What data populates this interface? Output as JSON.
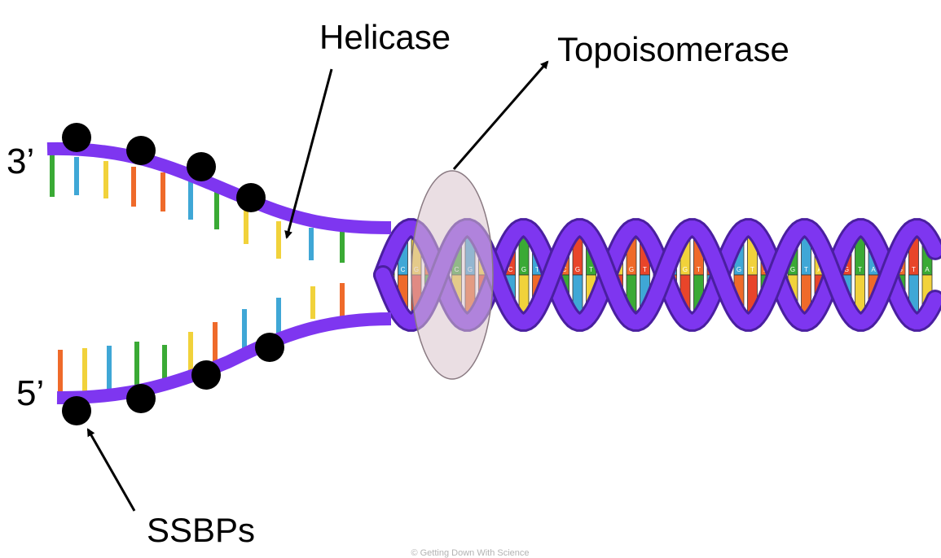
{
  "labels": {
    "helicase": "Helicase",
    "topoisomerase": "Topoisomerase",
    "three_prime": "3’",
    "five_prime": "5’",
    "ssbps": "SSBPs"
  },
  "credit": "© Getting Down With Science",
  "colors": {
    "backbone": "#7e36f0",
    "backbone_dark": "#4a1fa0",
    "ssbp": "#000000",
    "topoisomerase_fill": "#d9c2cc",
    "base_green": "#3aaa35",
    "base_blue": "#3fa7d6",
    "base_yellow": "#f1d23b",
    "base_orange": "#ef6a2a",
    "base_red": "#e8452a"
  },
  "icons": [
    "ssbp-circle",
    "helix-rung",
    "arrow"
  ],
  "helix_base_letters": [
    "A",
    "C",
    "G",
    "T"
  ]
}
